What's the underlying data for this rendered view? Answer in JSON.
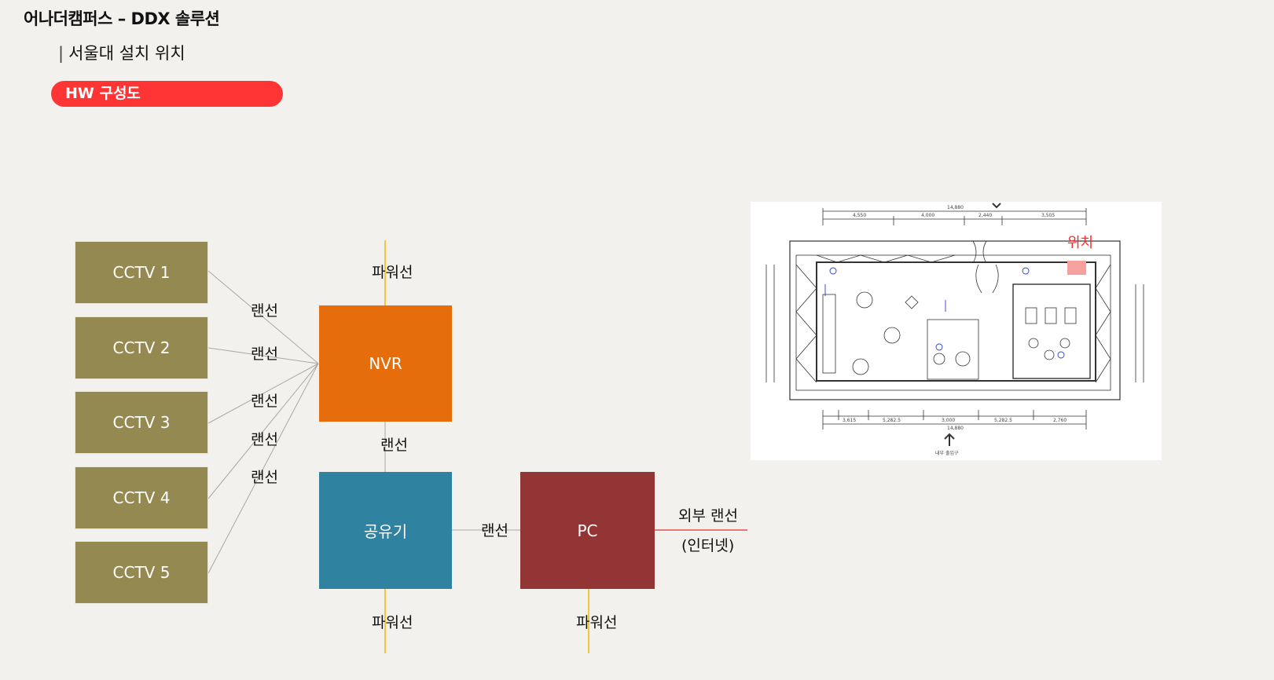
{
  "header": {
    "title": "어나더캠퍼스 – DDX 솔루션",
    "subtitle_bar": "|",
    "subtitle": "서울대 설치 위치",
    "section_pill": "HW 구성도"
  },
  "diagram": {
    "cctv_labels": [
      "CCTV 1",
      "CCTV 2",
      "CCTV 3",
      "CCTV 4",
      "CCTV 5"
    ],
    "nvr": "NVR",
    "router": "공유기",
    "pc": "PC",
    "lan_label": "랜선",
    "power_label": "파워선",
    "external_lan": "외부 랜선",
    "internet": "(인터넷)"
  },
  "floorplan": {
    "location_label": "위치",
    "entrance_label": "내부 출입구",
    "dim_total": "14,880",
    "dims_top": [
      "4,550",
      "4,000",
      "2,440",
      "3,505"
    ],
    "dims_bottom": [
      "3,615",
      "5,282.5",
      "3,000",
      "5,282.5",
      "2,760"
    ]
  },
  "colors": {
    "accent_red": "#ff3535",
    "cctv": "#958952",
    "nvr": "#e56d0c",
    "router": "#2f83a0",
    "pc": "#943535",
    "power_line": "#f5b800",
    "external_line": "#e03030"
  }
}
